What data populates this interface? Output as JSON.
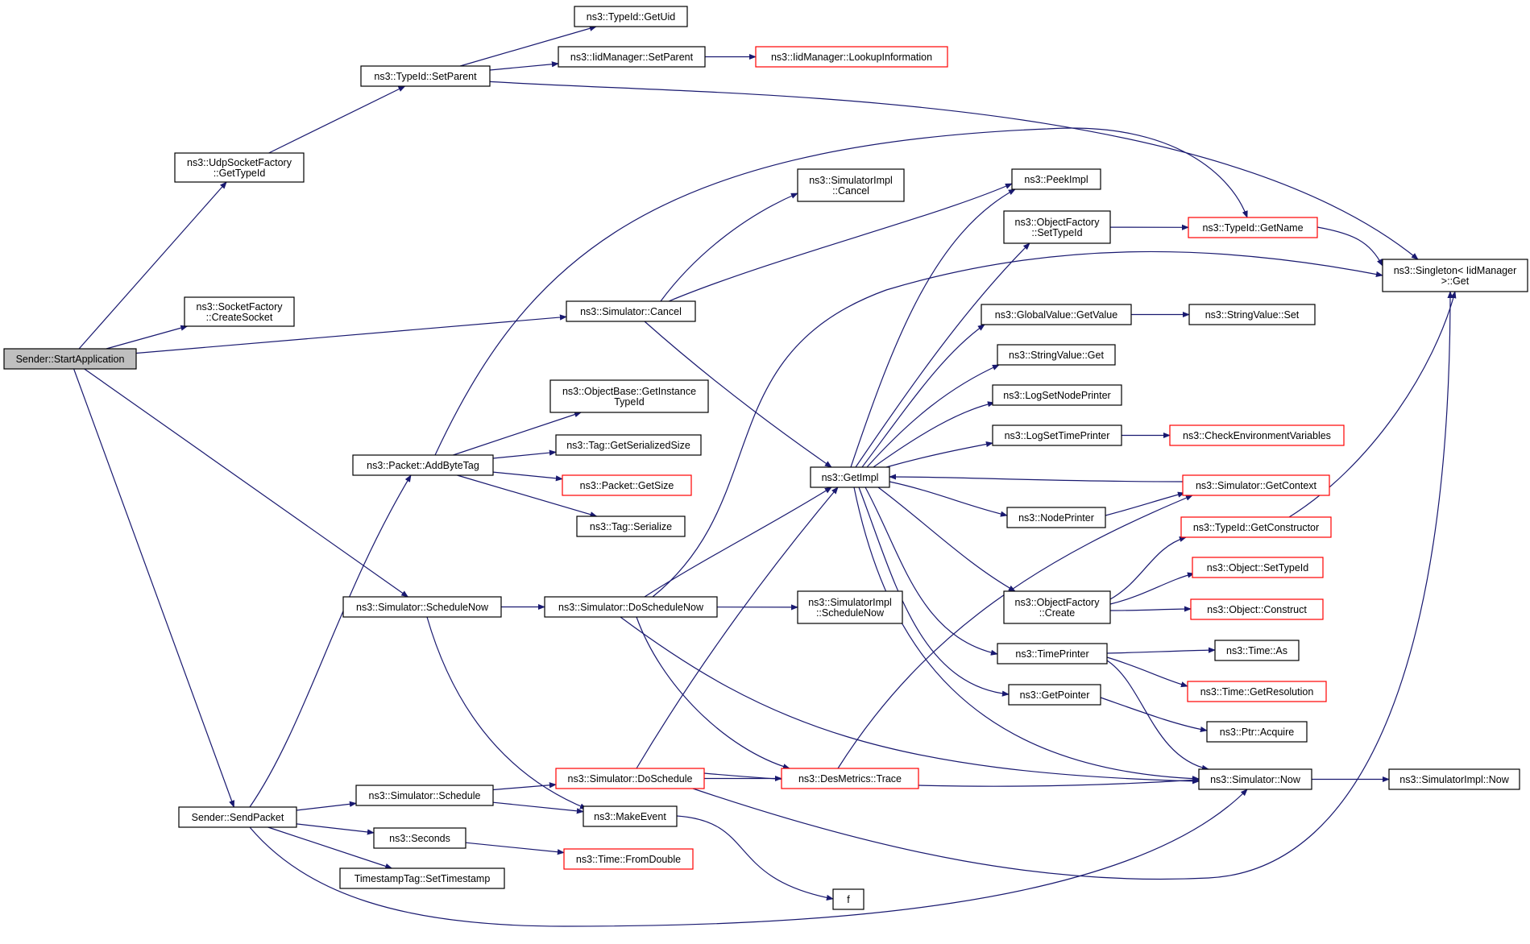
{
  "graph": {
    "colors": {
      "edge": "#191970",
      "node_border": "#000000",
      "truncated_border": "#ff0000",
      "root_fill": "#bfbfbf",
      "node_fill": "#ffffff"
    },
    "nodes": [
      {
        "id": "start",
        "lines": [
          "Sender::StartApplication"
        ],
        "style": "root"
      },
      {
        "id": "udp",
        "lines": [
          "ns3::UdpSocketFactory",
          "::GetTypeId"
        ],
        "style": "normal"
      },
      {
        "id": "sockf",
        "lines": [
          "ns3::SocketFactory",
          "::CreateSocket"
        ],
        "style": "normal"
      },
      {
        "id": "setparent",
        "lines": [
          "ns3::TypeId::SetParent"
        ],
        "style": "normal"
      },
      {
        "id": "getuid",
        "lines": [
          "ns3::TypeId::GetUid"
        ],
        "style": "normal"
      },
      {
        "id": "iidsetparent",
        "lines": [
          "ns3::IidManager::SetParent"
        ],
        "style": "normal"
      },
      {
        "id": "lookupinfo",
        "lines": [
          "ns3::IidManager::LookupInformation"
        ],
        "style": "truncated"
      },
      {
        "id": "simcancel",
        "lines": [
          "ns3::Simulator::Cancel"
        ],
        "style": "normal"
      },
      {
        "id": "implcancel",
        "lines": [
          "ns3::SimulatorImpl",
          "::Cancel"
        ],
        "style": "normal"
      },
      {
        "id": "peekimpl",
        "lines": [
          "ns3::PeekImpl"
        ],
        "style": "normal"
      },
      {
        "id": "ofsettypeid",
        "lines": [
          "ns3::ObjectFactory",
          "::SetTypeId"
        ],
        "style": "normal"
      },
      {
        "id": "getname",
        "lines": [
          "ns3::TypeId::GetName"
        ],
        "style": "truncated"
      },
      {
        "id": "singleton",
        "lines": [
          "ns3::Singleton< IidManager",
          " >::Get"
        ],
        "style": "normal"
      },
      {
        "id": "gvgetvalue",
        "lines": [
          "ns3::GlobalValue::GetValue"
        ],
        "style": "normal"
      },
      {
        "id": "svset",
        "lines": [
          "ns3::StringValue::Set"
        ],
        "style": "normal"
      },
      {
        "id": "svget",
        "lines": [
          "ns3::StringValue::Get"
        ],
        "style": "normal"
      },
      {
        "id": "logsetnode",
        "lines": [
          "ns3::LogSetNodePrinter"
        ],
        "style": "normal"
      },
      {
        "id": "logsettime",
        "lines": [
          "ns3::LogSetTimePrinter"
        ],
        "style": "normal"
      },
      {
        "id": "checkenv",
        "lines": [
          "ns3::CheckEnvironmentVariables"
        ],
        "style": "truncated"
      },
      {
        "id": "getimpl",
        "lines": [
          "ns3::GetImpl"
        ],
        "style": "normal"
      },
      {
        "id": "simgetctx",
        "lines": [
          "ns3::Simulator::GetContext"
        ],
        "style": "truncated"
      },
      {
        "id": "nodeprinter",
        "lines": [
          "ns3::NodePrinter"
        ],
        "style": "normal"
      },
      {
        "id": "getctor",
        "lines": [
          "ns3::TypeId::GetConstructor"
        ],
        "style": "truncated"
      },
      {
        "id": "objsettypeid",
        "lines": [
          "ns3::Object::SetTypeId"
        ],
        "style": "truncated"
      },
      {
        "id": "ofcreate",
        "lines": [
          "ns3::ObjectFactory",
          "::Create"
        ],
        "style": "normal"
      },
      {
        "id": "objconstruct",
        "lines": [
          "ns3::Object::Construct"
        ],
        "style": "truncated"
      },
      {
        "id": "timeprinter",
        "lines": [
          "ns3::TimePrinter"
        ],
        "style": "normal"
      },
      {
        "id": "timeas",
        "lines": [
          "ns3::Time::As"
        ],
        "style": "normal"
      },
      {
        "id": "timegetres",
        "lines": [
          "ns3::Time::GetResolution"
        ],
        "style": "truncated"
      },
      {
        "id": "getpointer",
        "lines": [
          "ns3::GetPointer"
        ],
        "style": "normal"
      },
      {
        "id": "ptracquire",
        "lines": [
          "ns3::Ptr::Acquire"
        ],
        "style": "normal"
      },
      {
        "id": "simnow",
        "lines": [
          "ns3::Simulator::Now"
        ],
        "style": "normal"
      },
      {
        "id": "implnow",
        "lines": [
          "ns3::SimulatorImpl::Now"
        ],
        "style": "normal"
      },
      {
        "id": "addbytetag",
        "lines": [
          "ns3::Packet::AddByteTag"
        ],
        "style": "normal"
      },
      {
        "id": "getinsttypeid",
        "lines": [
          "ns3::ObjectBase::GetInstance",
          "TypeId"
        ],
        "style": "normal"
      },
      {
        "id": "taggetser",
        "lines": [
          "ns3::Tag::GetSerializedSize"
        ],
        "style": "normal"
      },
      {
        "id": "packetgetsize",
        "lines": [
          "ns3::Packet::GetSize"
        ],
        "style": "truncated"
      },
      {
        "id": "tagserialize",
        "lines": [
          "ns3::Tag::Serialize"
        ],
        "style": "normal"
      },
      {
        "id": "schednow",
        "lines": [
          "ns3::Simulator::ScheduleNow"
        ],
        "style": "normal"
      },
      {
        "id": "doschednow",
        "lines": [
          "ns3::Simulator::DoScheduleNow"
        ],
        "style": "normal"
      },
      {
        "id": "implschednow",
        "lines": [
          "ns3::SimulatorImpl",
          "::ScheduleNow"
        ],
        "style": "normal"
      },
      {
        "id": "sendpacket",
        "lines": [
          "Sender::SendPacket"
        ],
        "style": "normal"
      },
      {
        "id": "simschedule",
        "lines": [
          "ns3::Simulator::Schedule"
        ],
        "style": "normal"
      },
      {
        "id": "dosched",
        "lines": [
          "ns3::Simulator::DoSchedule"
        ],
        "style": "truncated"
      },
      {
        "id": "destrace",
        "lines": [
          "ns3::DesMetrics::Trace"
        ],
        "style": "truncated"
      },
      {
        "id": "makeevent",
        "lines": [
          "ns3::MakeEvent"
        ],
        "style": "normal"
      },
      {
        "id": "seconds",
        "lines": [
          "ns3::Seconds"
        ],
        "style": "normal"
      },
      {
        "id": "fromdouble",
        "lines": [
          "ns3::Time::FromDouble"
        ],
        "style": "truncated"
      },
      {
        "id": "settimestamp",
        "lines": [
          "TimestampTag::SetTimestamp"
        ],
        "style": "normal"
      },
      {
        "id": "f",
        "lines": [
          "f"
        ],
        "style": "normal"
      }
    ]
  }
}
